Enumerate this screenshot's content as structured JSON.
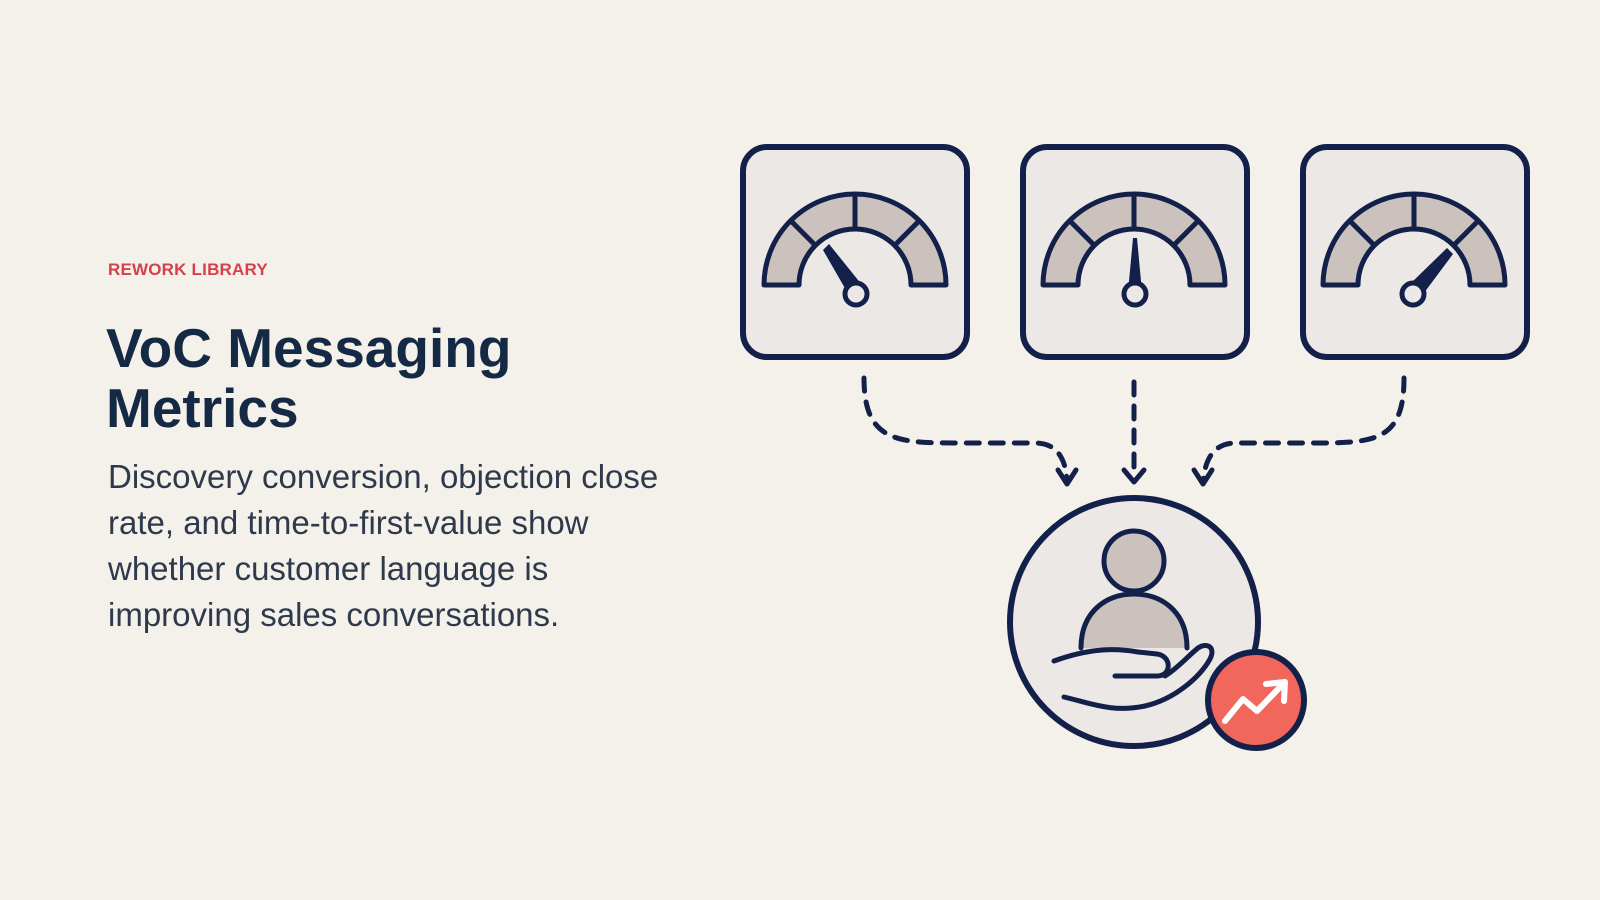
{
  "slide": {
    "eyebrow": "REWORK LIBRARY",
    "title": "VoC Messaging Metrics",
    "description": "Discovery conversion, objection close rate, and time-to-first-value show whether customer language is improving sales conversations."
  },
  "illustration": {
    "gauges": [
      {
        "icon": "gauge-icon",
        "needle_level": "low"
      },
      {
        "icon": "gauge-icon",
        "needle_level": "middle"
      },
      {
        "icon": "gauge-icon",
        "needle_level": "high"
      }
    ],
    "center_icon": "customer-in-hand-icon",
    "badge_icon": "trend-up-icon"
  },
  "colors": {
    "background": "#f4f0ea",
    "eyebrow": "#d6404a",
    "title": "#142944",
    "body_text": "#2e3a4c",
    "outline": "#13204a",
    "tile_fill": "#ece8e6",
    "gauge_fill": "#cbc1bd",
    "badge": "#f1675c"
  }
}
